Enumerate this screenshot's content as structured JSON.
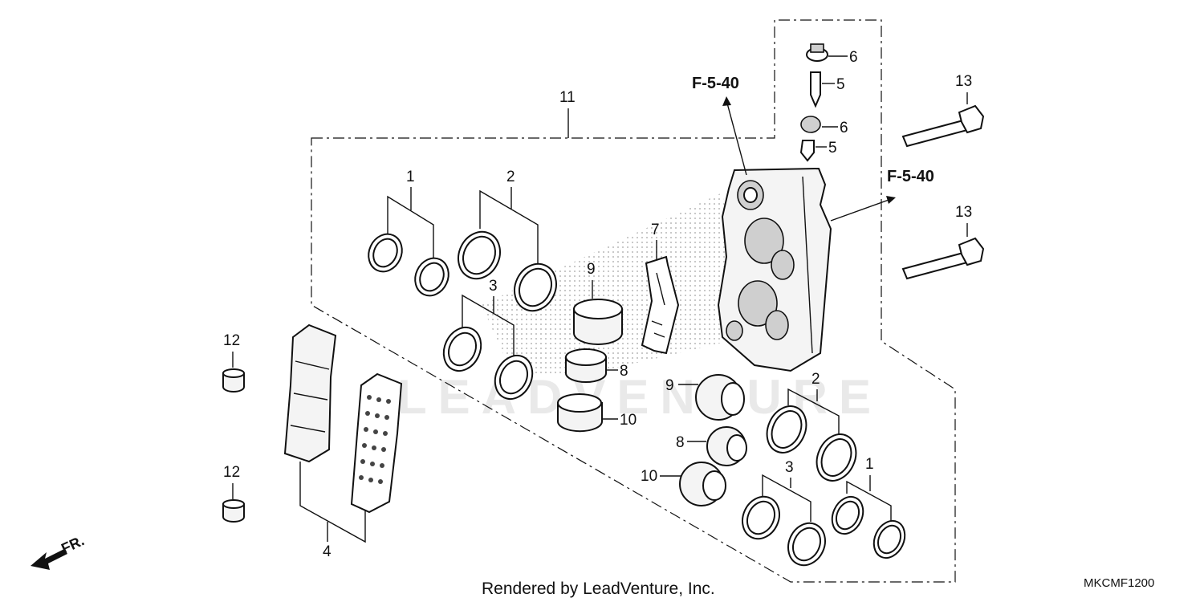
{
  "callouts": {
    "c1a": "1",
    "c2a": "2",
    "c3a": "3",
    "c4": "4",
    "c5a": "5",
    "c5b": "5",
    "c6a": "6",
    "c6b": "6",
    "c7": "7",
    "c8a": "8",
    "c8b": "8",
    "c9a": "9",
    "c9b": "9",
    "c10a": "10",
    "c10b": "10",
    "c11": "11",
    "c12a": "12",
    "c12b": "12",
    "c13a": "13",
    "c13b": "13",
    "c2b": "2",
    "c3b": "3",
    "c1b": "1"
  },
  "references": {
    "ref_top": "F-5-40",
    "ref_right": "F-5-40"
  },
  "direction_marker": "FR.",
  "footer": {
    "rendered_by": "Rendered by LeadVenture, Inc."
  },
  "diagram_code": "MKCMF1200",
  "watermark": "LEADVENTURE"
}
